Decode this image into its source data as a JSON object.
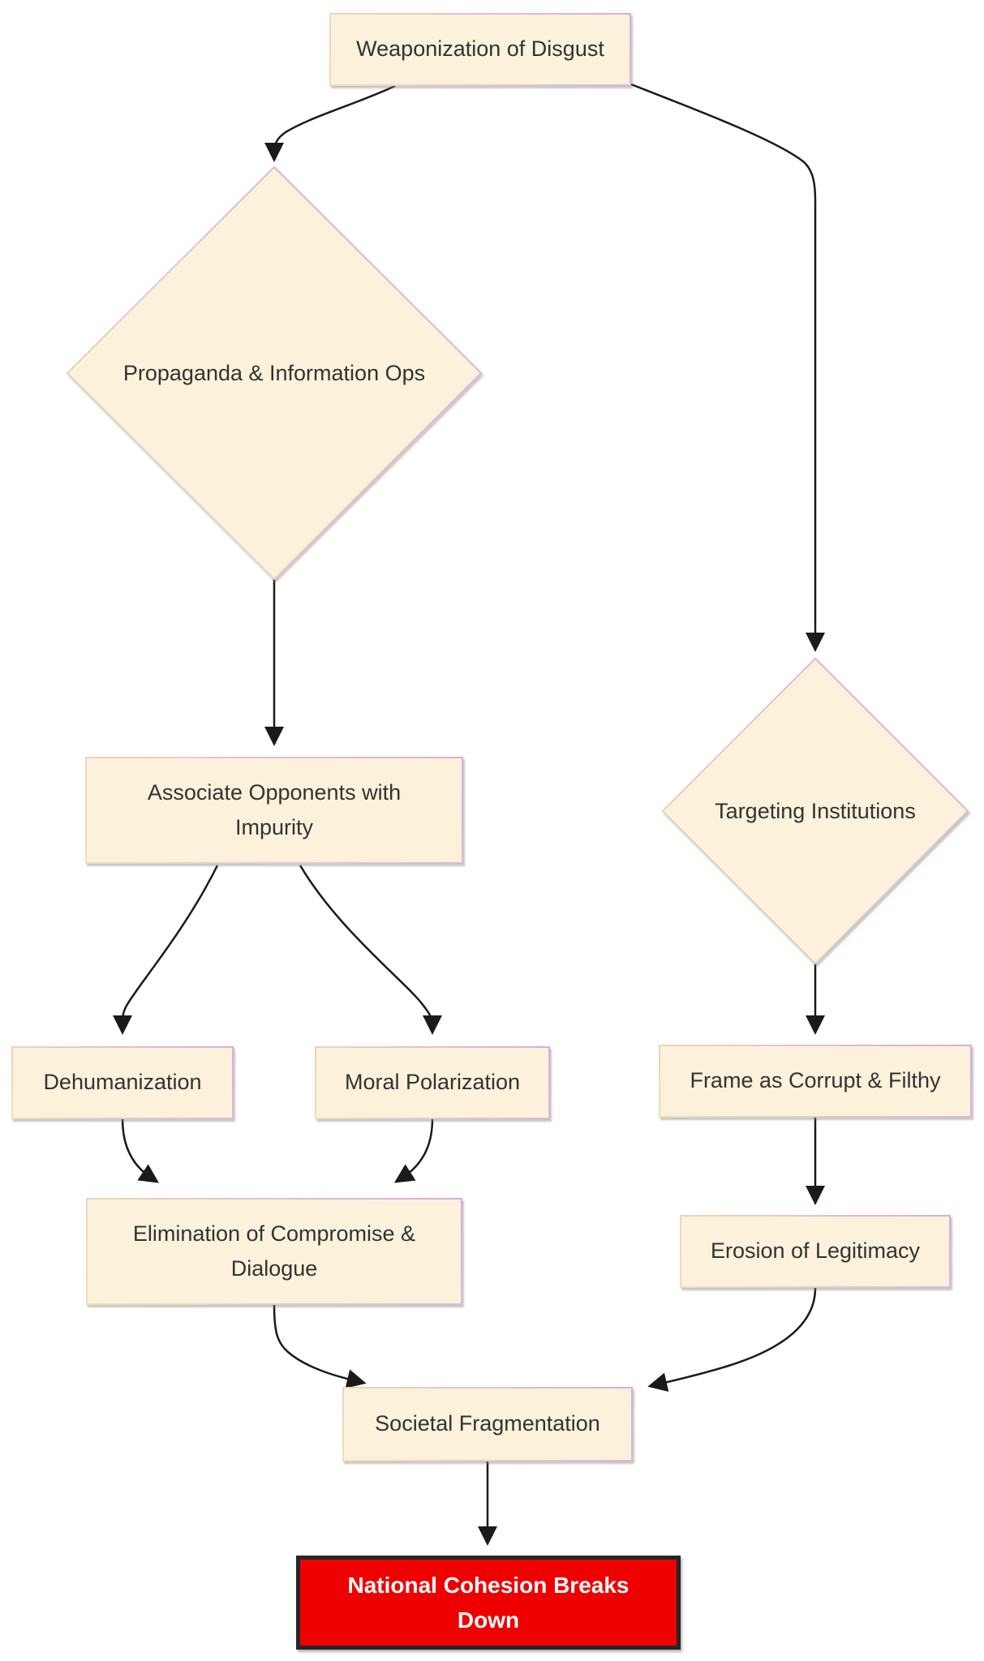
{
  "diagram": {
    "type": "flowchart",
    "direction": "top-down",
    "nodes": [
      {
        "id": "weaponization_of_disgust",
        "label": "Weaponization of Disgust",
        "shape": "rectangle"
      },
      {
        "id": "propaganda_information_ops",
        "label": "Propaganda & Information Ops",
        "shape": "diamond"
      },
      {
        "id": "targeting_institutions",
        "label": "Targeting Institutions",
        "shape": "diamond"
      },
      {
        "id": "associate_opponents_with_impurity",
        "label": "Associate Opponents with Impurity",
        "shape": "rectangle"
      },
      {
        "id": "dehumanization",
        "label": "Dehumanization",
        "shape": "rectangle"
      },
      {
        "id": "moral_polarization",
        "label": "Moral Polarization",
        "shape": "rectangle"
      },
      {
        "id": "frame_as_corrupt_filthy",
        "label": "Frame as Corrupt & Filthy",
        "shape": "rectangle"
      },
      {
        "id": "elimination_of_compromise_dialogue",
        "label": "Elimination of Compromise & Dialogue",
        "shape": "rectangle"
      },
      {
        "id": "erosion_of_legitimacy",
        "label": "Erosion of Legitimacy",
        "shape": "rectangle"
      },
      {
        "id": "societal_fragmentation",
        "label": "Societal Fragmentation",
        "shape": "rectangle"
      },
      {
        "id": "national_cohesion_breaks_down",
        "label": "National Cohesion Breaks Down",
        "shape": "rectangle",
        "emphasis": "red-highlight"
      }
    ],
    "edges": [
      {
        "from": "weaponization_of_disgust",
        "to": "propaganda_information_ops"
      },
      {
        "from": "weaponization_of_disgust",
        "to": "targeting_institutions"
      },
      {
        "from": "propaganda_information_ops",
        "to": "associate_opponents_with_impurity"
      },
      {
        "from": "associate_opponents_with_impurity",
        "to": "dehumanization"
      },
      {
        "from": "associate_opponents_with_impurity",
        "to": "moral_polarization"
      },
      {
        "from": "dehumanization",
        "to": "elimination_of_compromise_dialogue"
      },
      {
        "from": "moral_polarization",
        "to": "elimination_of_compromise_dialogue"
      },
      {
        "from": "targeting_institutions",
        "to": "frame_as_corrupt_filthy"
      },
      {
        "from": "frame_as_corrupt_filthy",
        "to": "erosion_of_legitimacy"
      },
      {
        "from": "elimination_of_compromise_dialogue",
        "to": "societal_fragmentation"
      },
      {
        "from": "erosion_of_legitimacy",
        "to": "societal_fragmentation"
      },
      {
        "from": "societal_fragmentation",
        "to": "national_cohesion_breaks_down"
      }
    ],
    "colors": {
      "background": "#FFFFFF",
      "node_fill": "#FCF1DA",
      "node_border_tan": "#EFE0B6",
      "node_border_lilac": "#D9ABE3",
      "edge": "#1A1A1A",
      "text": "#333333",
      "highlight_fill": "#EE0000",
      "highlight_border": "#262626",
      "highlight_text": "#FFFFFF"
    }
  }
}
